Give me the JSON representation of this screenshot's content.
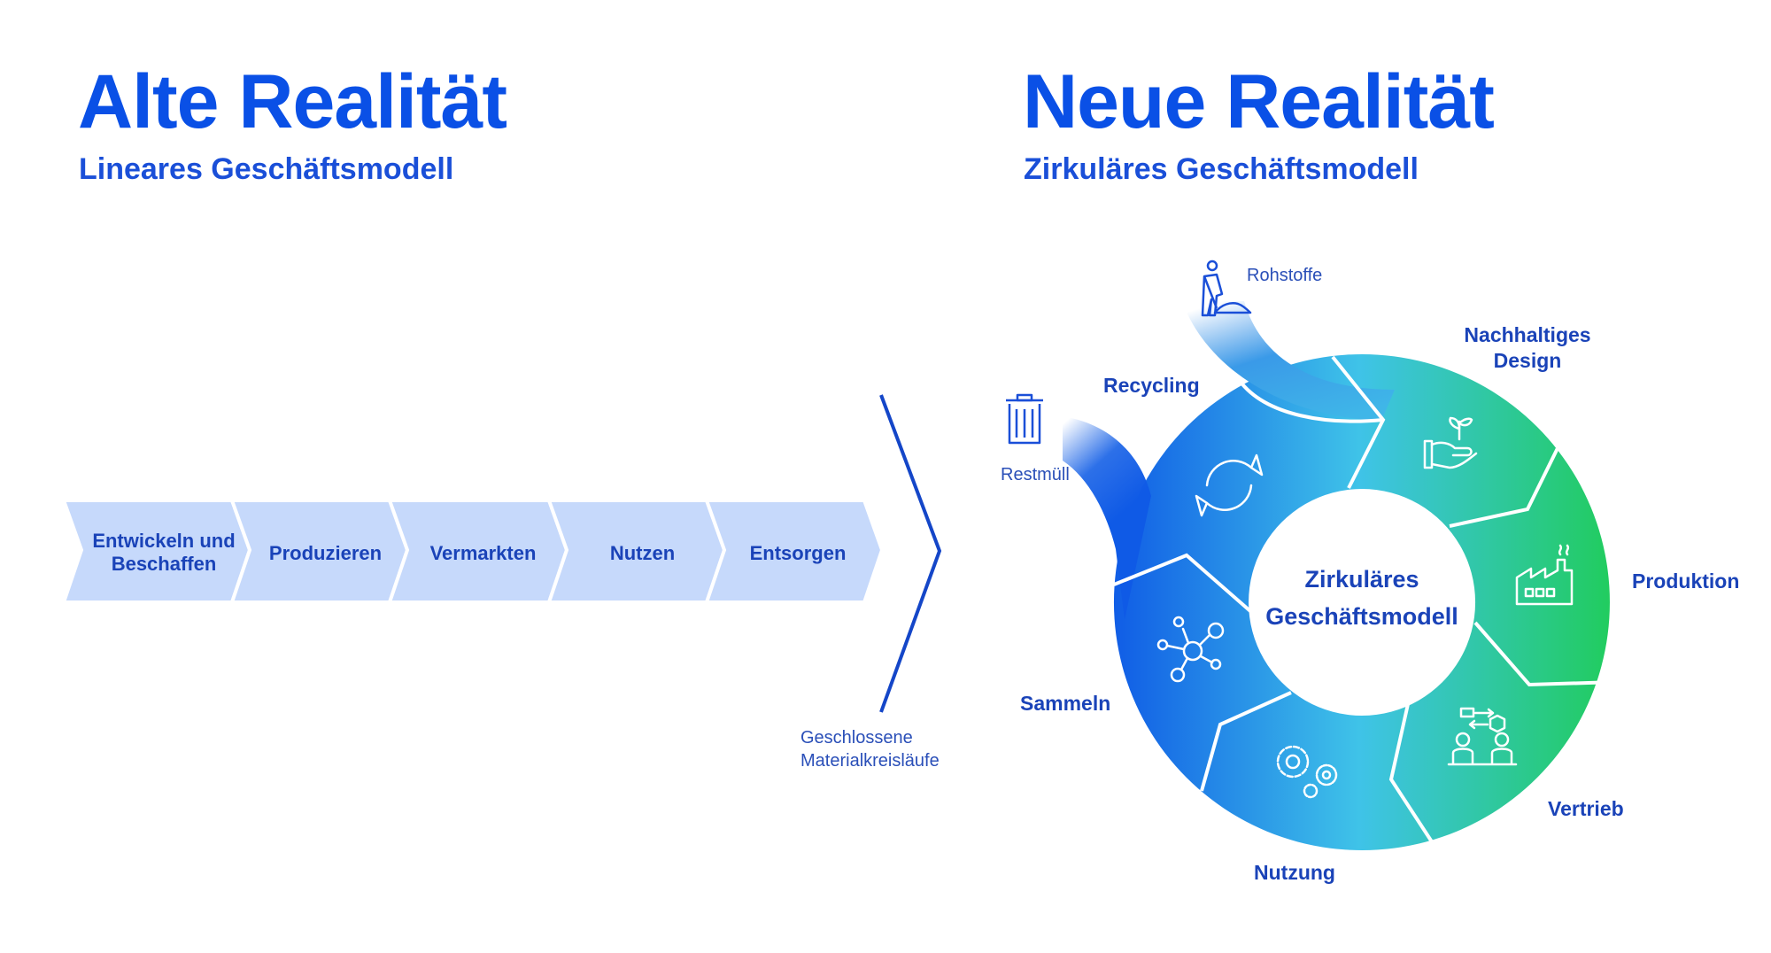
{
  "left": {
    "title": "Alte Realität",
    "subtitle": "Lineares Geschäftsmodell",
    "steps": [
      {
        "line1": "Entwickeln und",
        "line2": "Beschaffen"
      },
      {
        "line1": "Produzieren"
      },
      {
        "line1": "Vermarkten"
      },
      {
        "line1": "Nutzen"
      },
      {
        "line1": "Entsorgen"
      }
    ]
  },
  "transition": {
    "caption_line1": "Geschlossene",
    "caption_line2": "Materialkreisläufe"
  },
  "right": {
    "title": "Neue Realität",
    "subtitle": "Zirkuläres Geschäftsmodell",
    "center_line1": "Zirkuläres",
    "center_line2": "Geschäftsmodell",
    "inputs": {
      "raw": "Rohstoffe",
      "waste": "Restmüll"
    },
    "segments": {
      "design_line1": "Nachhaltiges",
      "design_line2": "Design",
      "production": "Produktion",
      "sales": "Vertrieb",
      "usage": "Nutzung",
      "collect": "Sammeln",
      "recycling": "Recycling"
    }
  },
  "colors": {
    "title": "#0a50e6",
    "label": "#1a43b8",
    "chevron": "#c6d9fb",
    "ring_start": "#0f5ae6",
    "ring_mid": "#3fc3e8",
    "ring_end": "#21cc5e"
  }
}
